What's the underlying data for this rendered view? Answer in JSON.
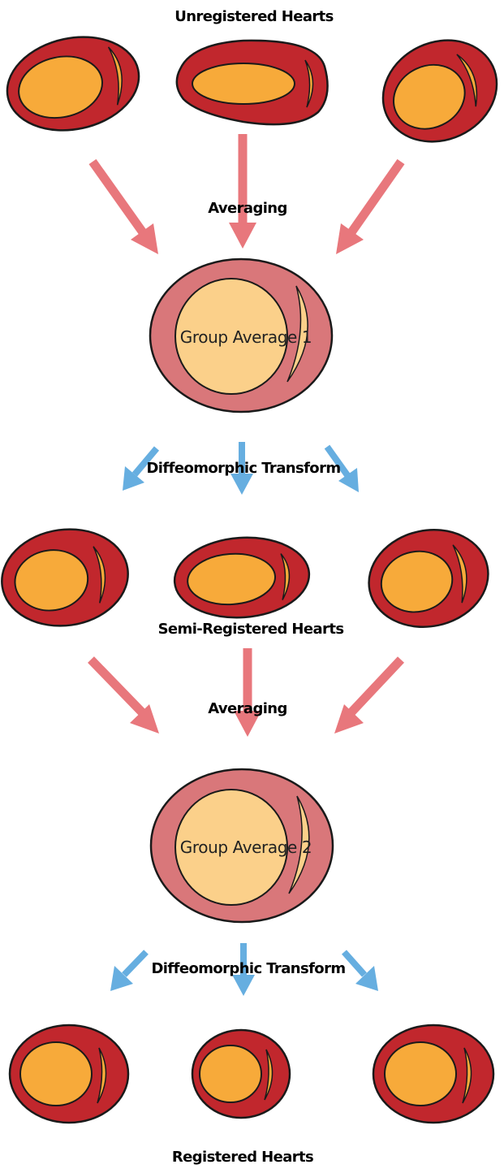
{
  "labels": {
    "unregistered": "Unregistered Hearts",
    "averaging_1": "Averaging",
    "group_average_1": "Group Average 1",
    "transform_1": "Diffeomorphic Transform",
    "semi_registered": "Semi-Registered Hearts",
    "averaging_2": "Averaging",
    "group_average_2": "Group Average 2",
    "transform_2": "Diffeomorphic Transform",
    "registered": "Registered Hearts"
  },
  "colors": {
    "heart_wall": "#c1272d",
    "heart_cavity": "#f7aa3a",
    "average_wall": "#d9777a",
    "average_cavity": "#fbd08a",
    "averaging_arrow": "#e8777c",
    "transform_arrow": "#66aee0",
    "outline": "#1a1a1a"
  }
}
